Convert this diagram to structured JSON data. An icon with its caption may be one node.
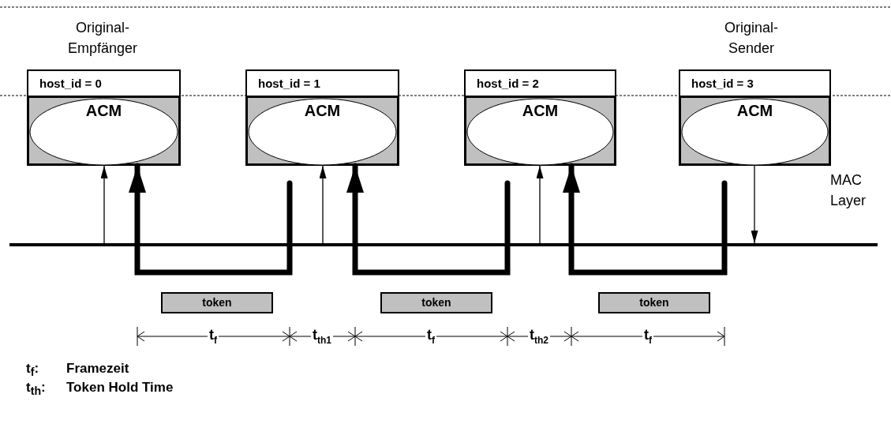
{
  "diagram": {
    "nodes": [
      {
        "text": [
          "host_id = 0",
          "ACM"
        ],
        "beside": [
          "Original- Empfänger"
        ]
      },
      {
        "text": [
          "host_id = 1",
          "ACM"
        ]
      },
      {
        "text": [
          "host_id = 2",
          "ACM"
        ]
      },
      {
        "text": [
          "host_id = 3",
          "ACM"
        ],
        "beside": [
          "Original- Sender"
        ]
      },
      {
        "text": [],
        "shape": "bar"
      },
      {
        "text": [
          "token"
        ]
      },
      {
        "text": [
          "token"
        ]
      },
      {
        "text": [
          "token"
        ]
      }
    ],
    "edges": [
      {
        "from": 4,
        "to": 0,
        "arrow": "to"
      },
      {
        "from": null,
        "to": 0,
        "arrow": "to",
        "style": "thick"
      },
      {
        "from": 4,
        "to": 1,
        "arrow": "to"
      },
      {
        "from": null,
        "to": 1,
        "arrow": "to",
        "style": "thick"
      },
      {
        "from": 4,
        "to": 2,
        "arrow": "to"
      },
      {
        "from": null,
        "to": 2,
        "arrow": "to",
        "style": "thick"
      },
      {
        "from": 3,
        "to": 4,
        "arrow": "to"
      }
    ],
    "labels": [
      "MAC Layer",
      "t$_{f}$",
      "t$_{th1}$",
      "t$_{f}$",
      "t$_{th2}$",
      "t$_{f}$",
      "t$_{f}$:",
      "Framezeit",
      "t$_{th}$:",
      "Token Hold Time"
    ]
  }
}
